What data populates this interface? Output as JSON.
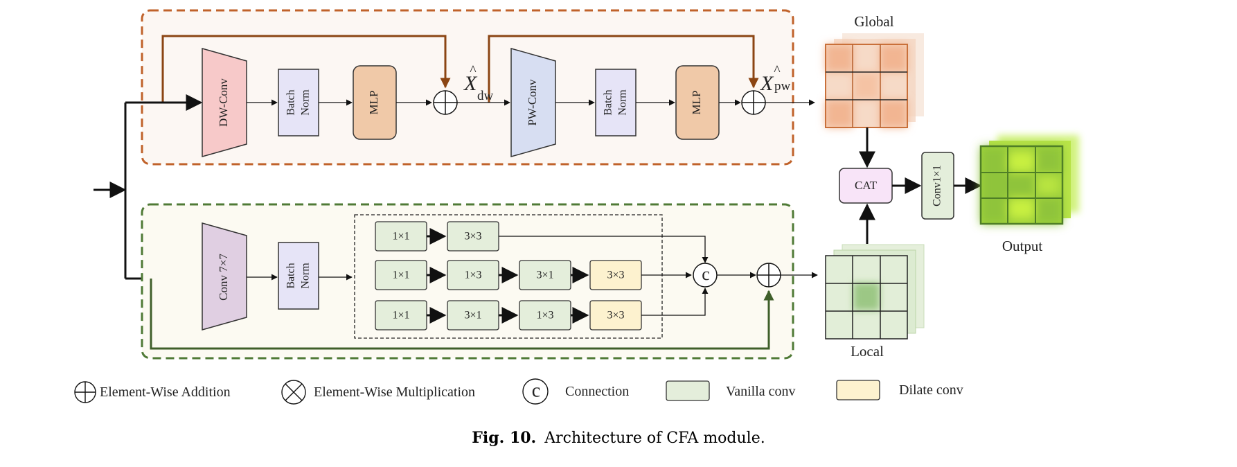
{
  "global_branch": {
    "dw_conv": "DW-Conv",
    "batch_norm_1": "Batch",
    "batch_norm_1b": "Norm",
    "mlp_1": "MLP",
    "x_dw_base": "X",
    "x_dw_sub": "dw",
    "pw_conv": "PW-Conv",
    "batch_norm_2": "Batch",
    "batch_norm_2b": "Norm",
    "mlp_2": "MLP",
    "x_pw_base": "X",
    "x_pw_sub": "pw",
    "hat": "^",
    "output_label": "Global"
  },
  "local_branch": {
    "conv7": "Conv 7×7",
    "batch_norm": "Batch",
    "batch_normb": "Norm",
    "row1": [
      "1×1",
      "3×3"
    ],
    "row2": [
      "1×1",
      "1×3",
      "3×1",
      "3×3"
    ],
    "row3": [
      "1×1",
      "3×1",
      "1×3",
      "3×3"
    ],
    "concat_symbol": "c",
    "output_label": "Local"
  },
  "fusion": {
    "cat": "CAT",
    "conv1x1": "Conv1×1",
    "output_label": "Output"
  },
  "legend": {
    "addition": "Element-Wise Addition",
    "multiplication": "Element-Wise Multiplication",
    "connection_symbol": "c",
    "connection": "Connection",
    "vanilla": "Vanilla conv",
    "dilate": "Dilate conv"
  },
  "caption": {
    "prefix": "Fig. 10.",
    "text": "Architecture of CFA module."
  },
  "colors": {
    "global_border": "#c0622a",
    "global_bg": "#fcf7f3",
    "local_border": "#4f7a36",
    "local_bg": "#fcfaf2",
    "dw_conv": "#f7c9c9",
    "batch_norm": "#e6e4f7",
    "mlp": "#f0c9a8",
    "pw_conv": "#d7def2",
    "conv7": "#e0cfe2",
    "vanilla": "#e4eedb",
    "dilate": "#fdf2cf",
    "cat": "#f8e4f8",
    "conv1x1": "#e4eedb",
    "brown_arrow": "#8b4513",
    "green_arrow": "#3f5f2a"
  }
}
